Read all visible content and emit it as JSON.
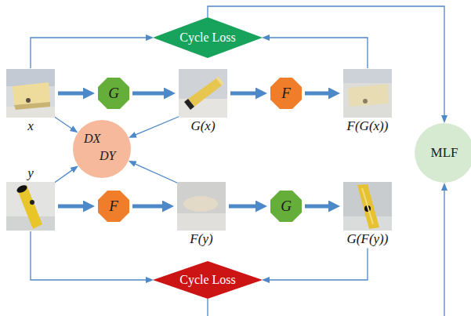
{
  "diagram": {
    "nodes": [
      {
        "text": [
          "Cycle Loss"
        ]
      },
      {
        "text": [
          "x"
        ]
      },
      {
        "text": [
          "G"
        ]
      },
      {
        "text": [
          "G(x)"
        ]
      },
      {
        "text": [
          "F"
        ]
      },
      {
        "text": [
          "F(G(x))"
        ]
      },
      {
        "text": [
          "DX",
          "DY"
        ]
      },
      {
        "text": [
          "MLF"
        ]
      },
      {
        "text": [
          "y"
        ]
      },
      {
        "text": [
          "F"
        ]
      },
      {
        "text": [
          "F(y)"
        ]
      },
      {
        "text": [
          "G"
        ]
      },
      {
        "text": [
          "G(F(y))"
        ]
      },
      {
        "text": [
          "Cycle Loss"
        ]
      }
    ],
    "edges": [
      {
        "from": 1,
        "to": 2,
        "arrow": "to"
      },
      {
        "from": 2,
        "to": 3,
        "arrow": "to"
      },
      {
        "from": 3,
        "to": 4,
        "arrow": "to"
      },
      {
        "from": 4,
        "to": 5,
        "arrow": "to"
      },
      {
        "from": 1,
        "to": 6,
        "arrow": "to"
      },
      {
        "from": 3,
        "to": 6,
        "arrow": "to"
      },
      {
        "from": 8,
        "to": 6,
        "arrow": "to"
      },
      {
        "from": 10,
        "to": 6,
        "arrow": "to"
      },
      {
        "from": 8,
        "to": 9,
        "arrow": "to"
      },
      {
        "from": 9,
        "to": 10,
        "arrow": "to"
      },
      {
        "from": 10,
        "to": 11,
        "arrow": "to"
      },
      {
        "from": 11,
        "to": 12,
        "arrow": "to"
      },
      {
        "from": 1,
        "to": 0,
        "arrow": "to"
      },
      {
        "from": 5,
        "to": 0,
        "arrow": "to"
      },
      {
        "from": 0,
        "to": 7,
        "arrow": "to"
      },
      {
        "from": 8,
        "to": 13,
        "arrow": "to"
      },
      {
        "from": 12,
        "to": 13,
        "arrow": "to"
      },
      {
        "from": 13,
        "to": 7,
        "arrow": "to"
      }
    ]
  }
}
